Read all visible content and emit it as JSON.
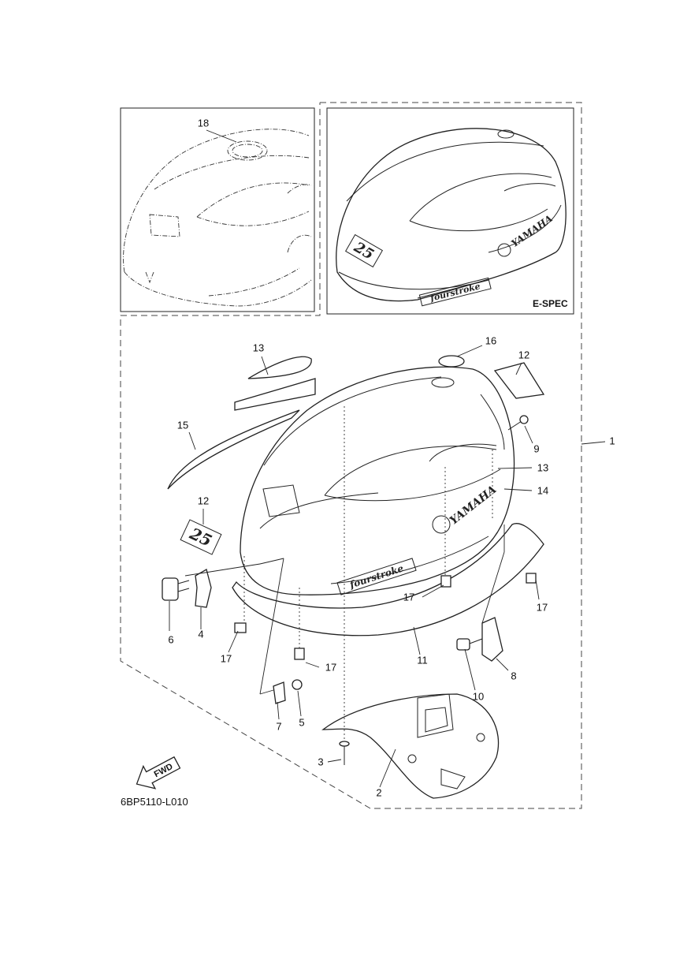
{
  "diagram": {
    "drawing_code": "6BP5110-L010",
    "spec_label": "E-SPEC",
    "fwd_label": "FWD",
    "decals": {
      "brand": "YAMAHA",
      "model": "fourstroke",
      "numeral": "25"
    },
    "callouts": [
      {
        "id": "c1",
        "text": "1"
      },
      {
        "id": "c2",
        "text": "2"
      },
      {
        "id": "c3",
        "text": "3"
      },
      {
        "id": "c4",
        "text": "4"
      },
      {
        "id": "c5",
        "text": "5"
      },
      {
        "id": "c6",
        "text": "6"
      },
      {
        "id": "c7",
        "text": "7"
      },
      {
        "id": "c8",
        "text": "8"
      },
      {
        "id": "c9",
        "text": "9"
      },
      {
        "id": "c10",
        "text": "10"
      },
      {
        "id": "c11",
        "text": "11"
      },
      {
        "id": "c12a",
        "text": "12"
      },
      {
        "id": "c12b",
        "text": "12"
      },
      {
        "id": "c13a",
        "text": "13"
      },
      {
        "id": "c13b",
        "text": "13"
      },
      {
        "id": "c14",
        "text": "14"
      },
      {
        "id": "c15",
        "text": "15"
      },
      {
        "id": "c16",
        "text": "16"
      },
      {
        "id": "c17a",
        "text": "17"
      },
      {
        "id": "c17b",
        "text": "17"
      },
      {
        "id": "c17c",
        "text": "17"
      },
      {
        "id": "c17d",
        "text": "17"
      },
      {
        "id": "c18",
        "text": "18"
      }
    ]
  }
}
